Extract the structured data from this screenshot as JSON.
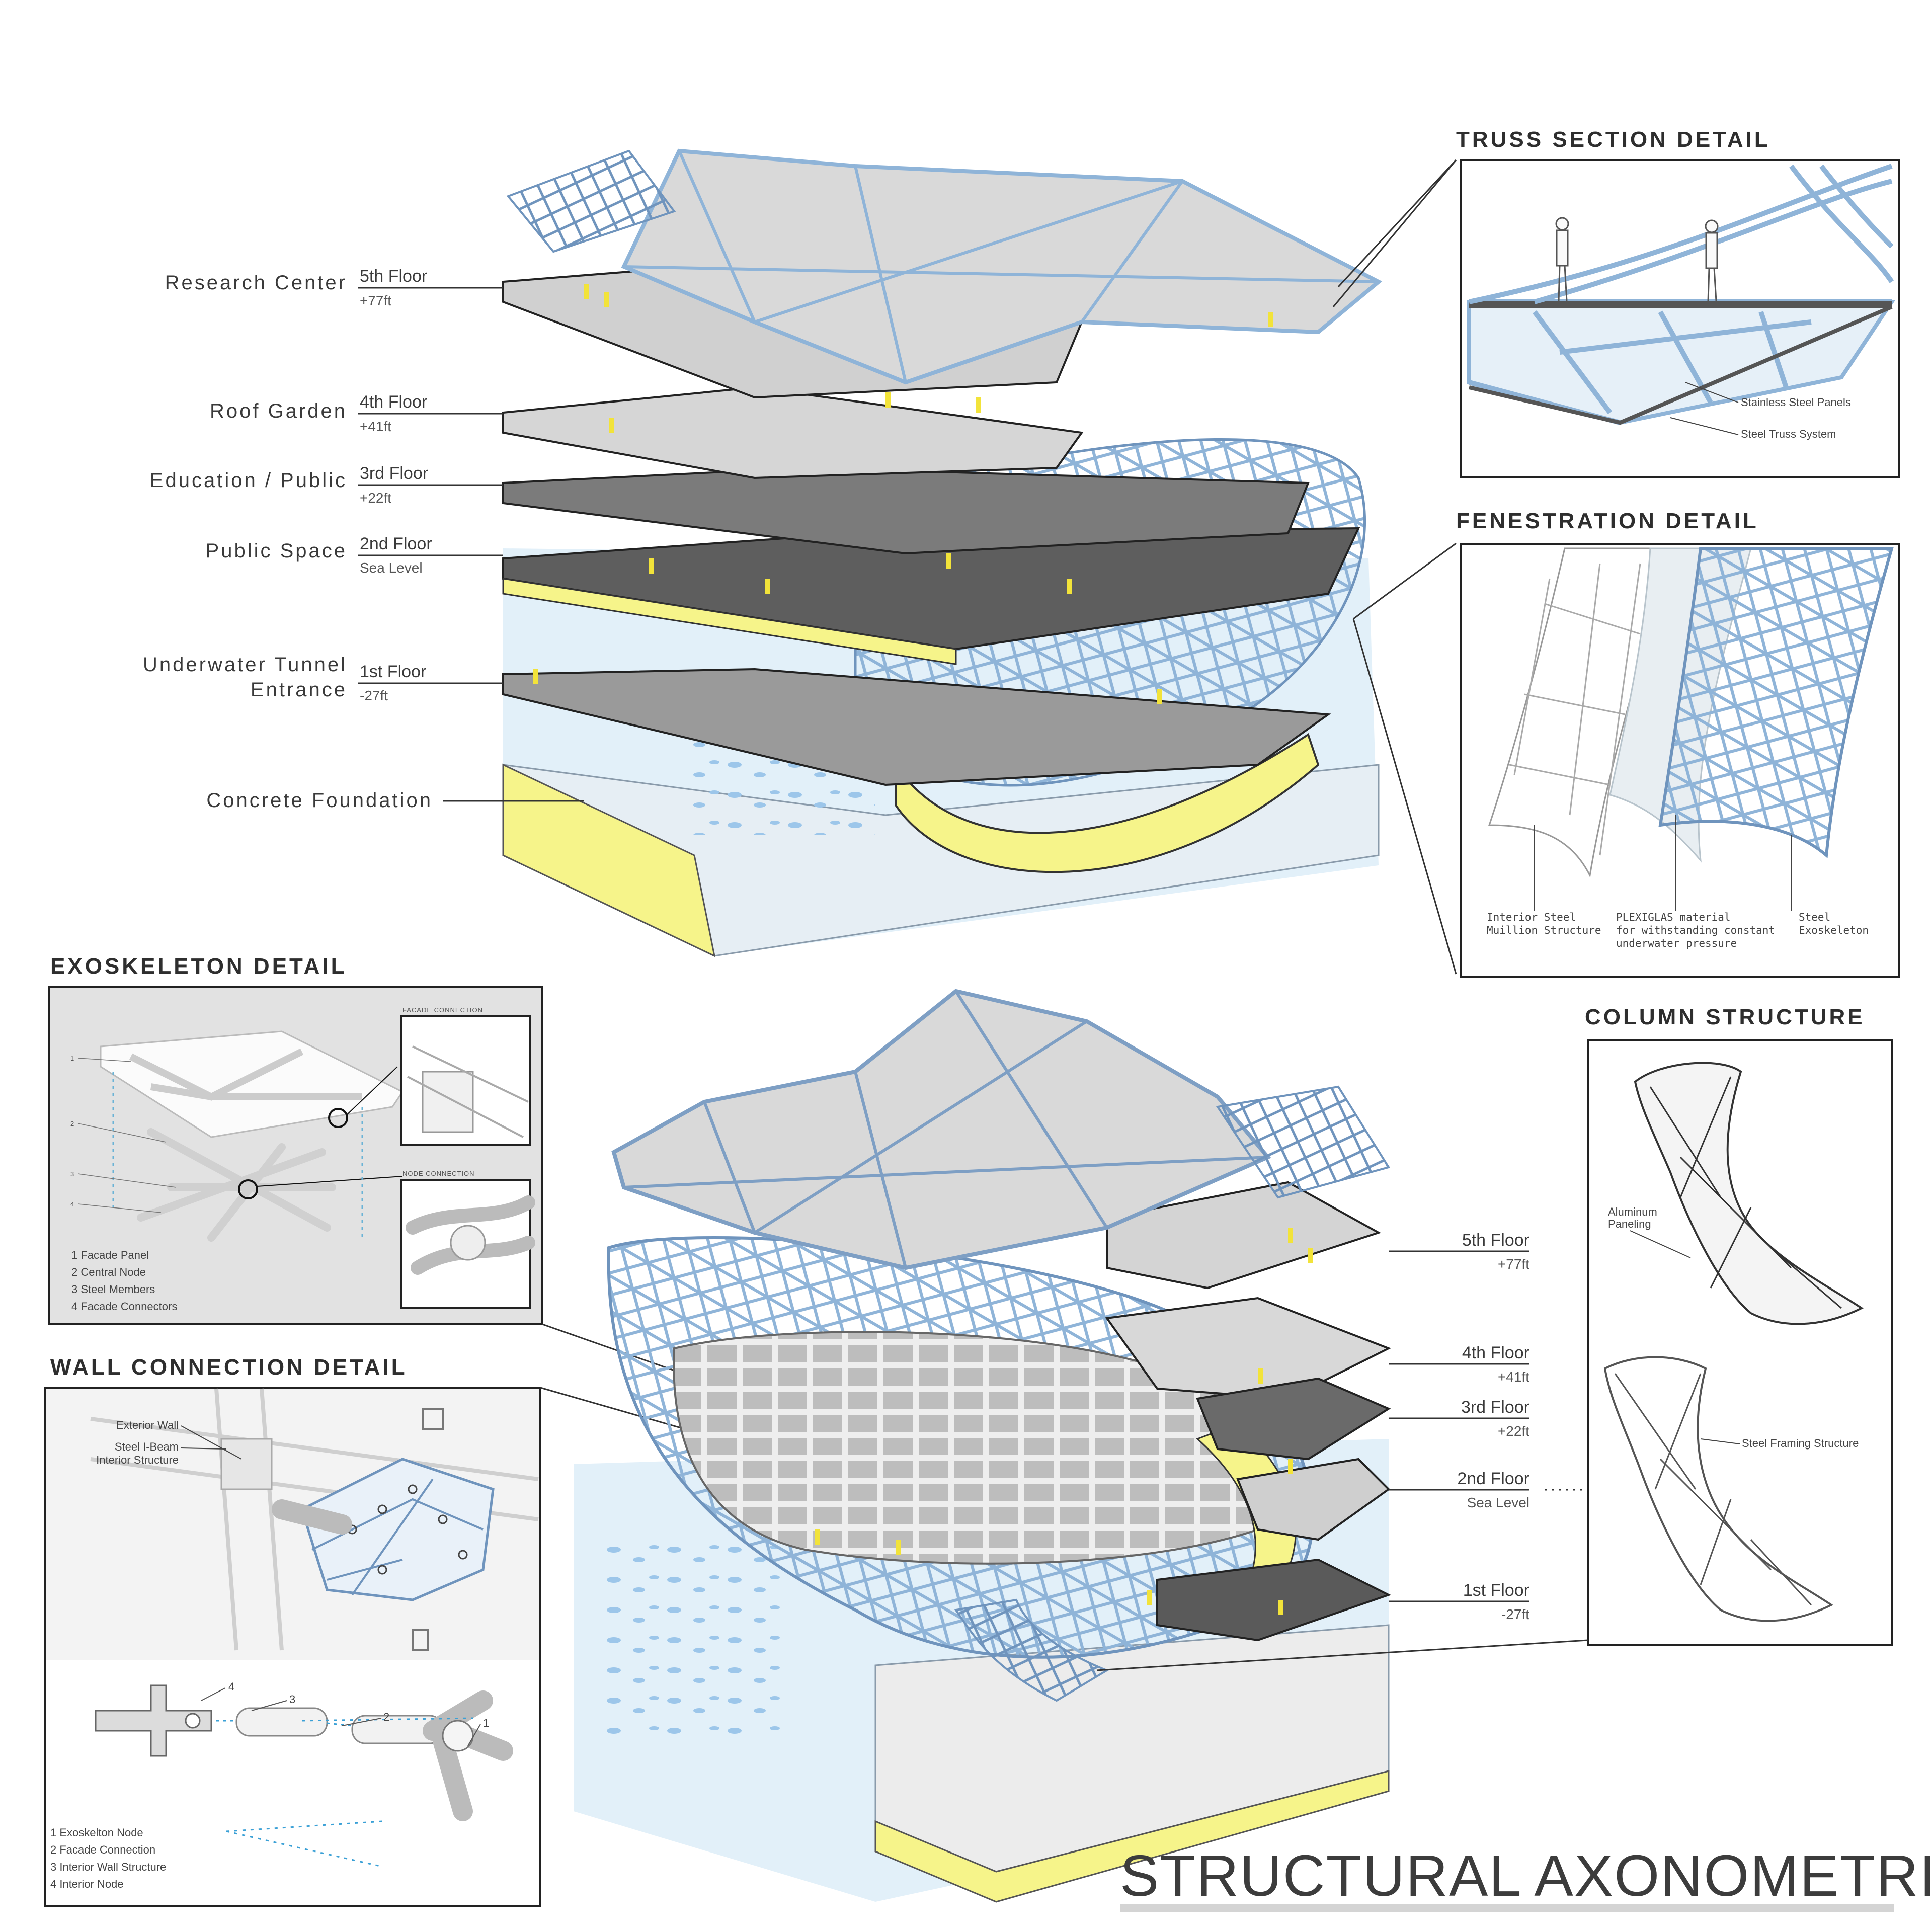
{
  "title": "STRUCTURAL AXONOMETRIC",
  "top_axon": {
    "levels": [
      {
        "program": "Research Center",
        "floor": "5th Floor",
        "elevation": "+77ft"
      },
      {
        "program": "Roof Garden",
        "floor": "4th Floor",
        "elevation": "+41ft"
      },
      {
        "program": "Education / Public",
        "floor": "3rd Floor",
        "elevation": "+22ft"
      },
      {
        "program": "Public Space",
        "floor": "2nd Floor",
        "elevation": "Sea Level"
      },
      {
        "program_line1": "Underwater Tunnel",
        "program_line2": "Entrance",
        "floor": "1st Floor",
        "elevation": "-27ft"
      }
    ],
    "foundation_label": "Concrete Foundation"
  },
  "bottom_axon": {
    "levels": [
      {
        "floor": "5th Floor",
        "elevation": "+77ft"
      },
      {
        "floor": "4th Floor",
        "elevation": "+41ft"
      },
      {
        "floor": "3rd Floor",
        "elevation": "+22ft"
      },
      {
        "floor": "2nd Floor",
        "elevation": "Sea Level"
      },
      {
        "floor": "1st Floor",
        "elevation": "-27ft"
      }
    ]
  },
  "truss_detail": {
    "heading": "TRUSS SECTION DETAIL",
    "labels": [
      "Stainless Steel Panels",
      "Steel Truss System"
    ]
  },
  "fenestration_detail": {
    "heading": "FENESTRATION DETAIL",
    "label_1": [
      "Interior Steel",
      "Muillion Structure"
    ],
    "label_2": [
      "PLEXIGLAS material",
      "for withstanding constant",
      "underwater pressure"
    ],
    "label_3": [
      "Steel",
      "Exoskeleton"
    ]
  },
  "exoskeleton_detail": {
    "heading": "EXOSKELETON DETAIL",
    "inset_1": "FACADE CONNECTION",
    "inset_2": "NODE CONNECTION",
    "markers": [
      "1",
      "2",
      "3",
      "4"
    ],
    "legend": [
      "1 Facade Panel",
      "2 Central Node",
      "3 Steel Members",
      "4 Facade Connectors"
    ]
  },
  "wall_connection_detail": {
    "heading": "WALL CONNECTION DETAIL",
    "callout_1": "Exterior Wall",
    "callout_2": [
      "Steel I-Beam",
      "Interior Structure"
    ],
    "markers": [
      "4",
      "3",
      "2",
      "1"
    ],
    "legend": [
      "1 Exoskelton Node",
      "2 Facade Connection",
      "3 Interior Wall Structure",
      "4 Interior Node"
    ]
  },
  "column_structure": {
    "heading": "COLUMN STRUCTURE",
    "label_1": [
      "Aluminum",
      "Paneling"
    ],
    "label_2": "Steel Framing Structure"
  },
  "colors": {
    "water": "#dfeef8",
    "slab_edge": "#f6f48a",
    "steel_blue": "#8fb4d8",
    "roof_grey": "#d8d8d8",
    "dark_floor": "#5a5a5a"
  }
}
